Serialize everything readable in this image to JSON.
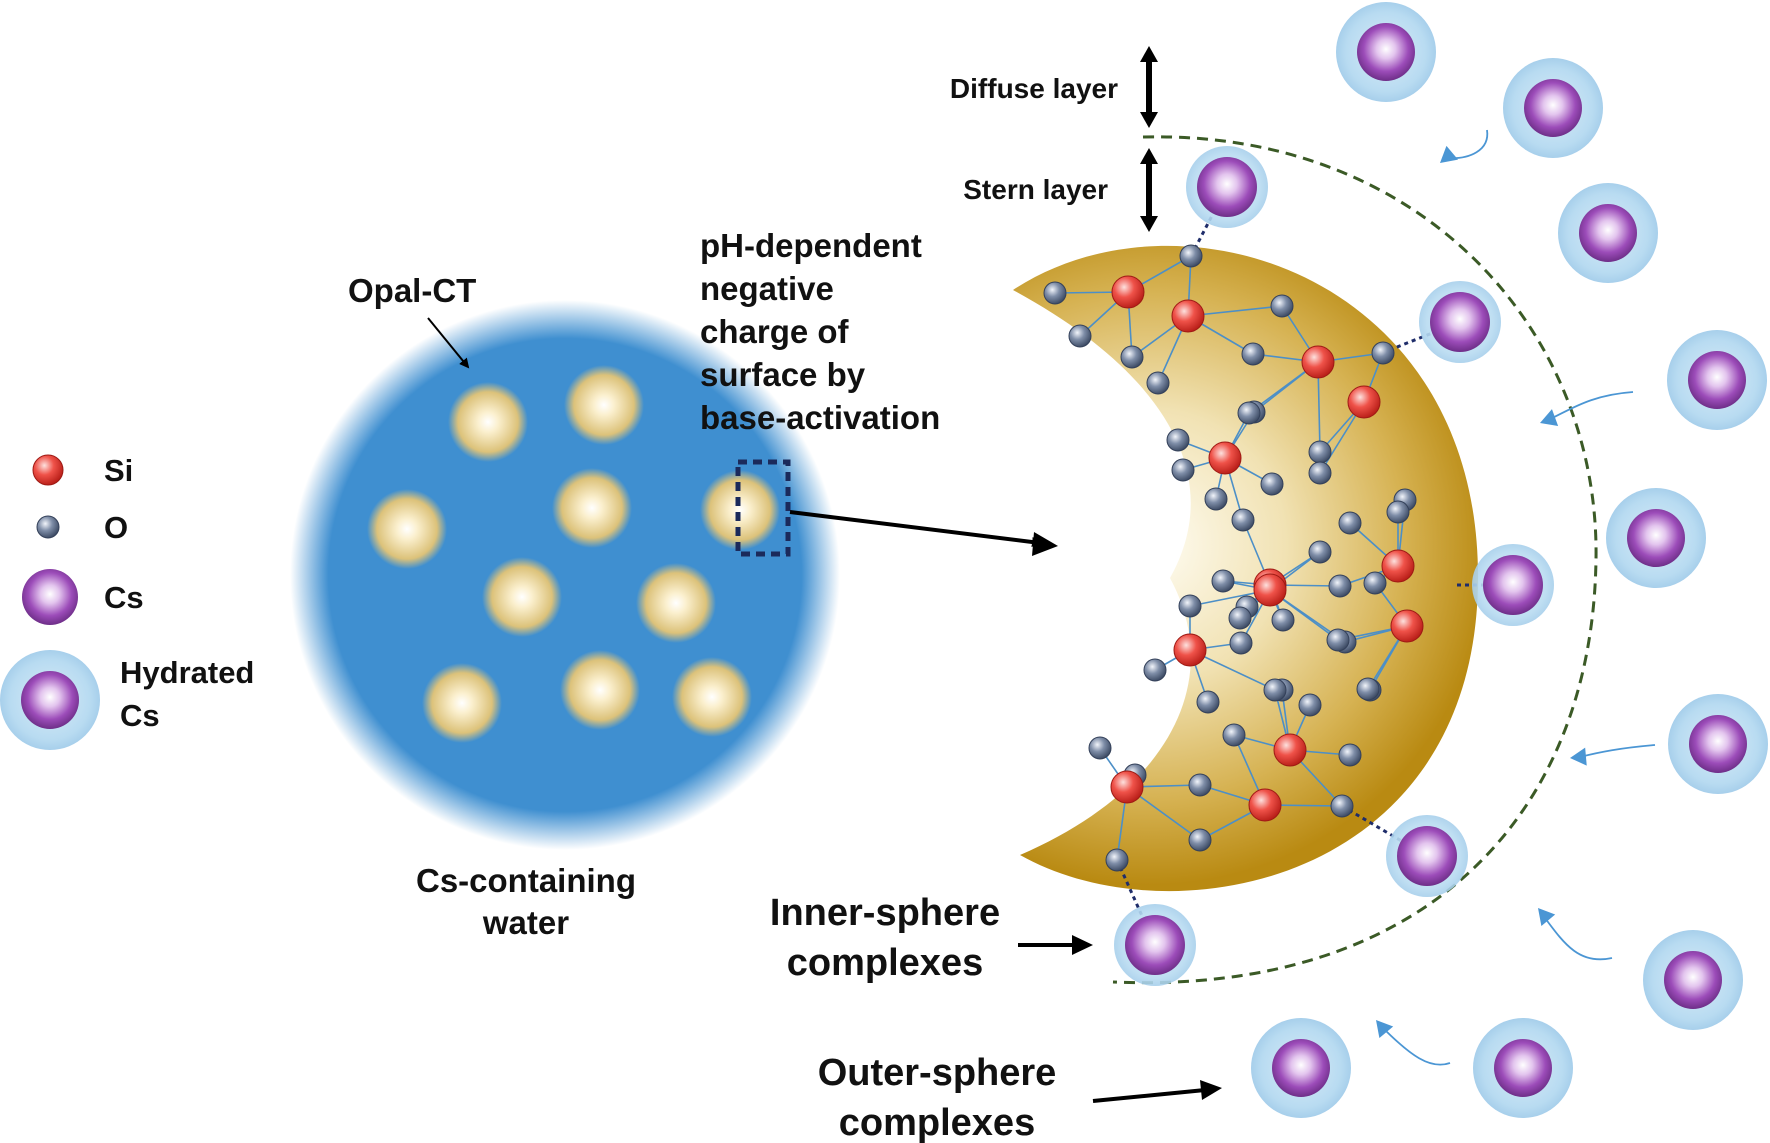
{
  "legend": {
    "si": "Si",
    "o": "O",
    "cs": "Cs",
    "hydrated_line1": "Hydrated",
    "hydrated_line2": "Cs"
  },
  "particle": {
    "label": "Opal-CT",
    "water_line1": "Cs-containing",
    "water_line2": "water"
  },
  "surface_note": [
    "pH-dependent",
    "negative",
    "charge of",
    "surface by",
    "base-activation"
  ],
  "layers": {
    "diffuse": "Diffuse layer",
    "stern": "Stern layer"
  },
  "complexes": {
    "inner_line1": "Inner-sphere",
    "inner_line2": "complexes",
    "outer_line1": "Outer-sphere",
    "outer_line2": "complexes"
  },
  "colors": {
    "water_blue": "#3f8fd0",
    "opal_gold": "#b98c12",
    "si_red": "#e0342c",
    "o_gray": "#5a6b86",
    "cs_purple": "#8d3fa5",
    "hydration_blue": "#b5d8f0",
    "dashed_green": "#3b5a26",
    "arrow_blue": "#4b96d4"
  }
}
